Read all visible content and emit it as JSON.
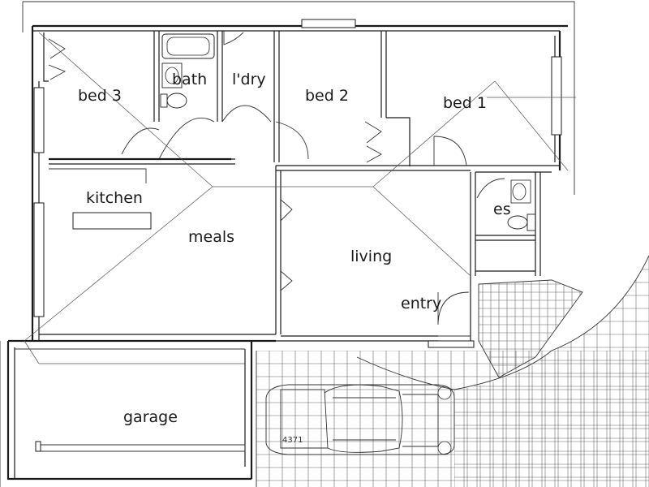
{
  "plan": {
    "rooms": [
      {
        "id": "bed-3",
        "label": "bed 3"
      },
      {
        "id": "bath",
        "label": "bath"
      },
      {
        "id": "laundry",
        "label": "l'dry"
      },
      {
        "id": "bed-2",
        "label": "bed 2"
      },
      {
        "id": "bed-1",
        "label": "bed 1"
      },
      {
        "id": "kitchen",
        "label": "kitchen"
      },
      {
        "id": "meals",
        "label": "meals"
      },
      {
        "id": "living",
        "label": "living"
      },
      {
        "id": "ensuite",
        "label": "es"
      },
      {
        "id": "entry",
        "label": "entry"
      },
      {
        "id": "garage",
        "label": "garage"
      }
    ],
    "car_label": "4371"
  }
}
